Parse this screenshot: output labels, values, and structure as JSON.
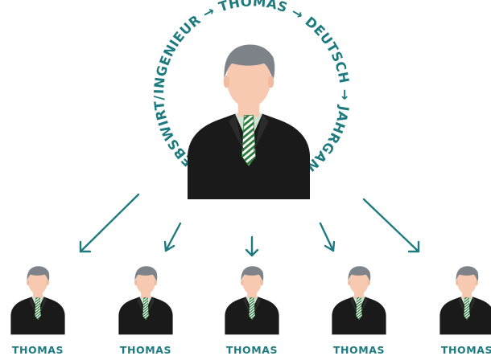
{
  "ring_text": "INGENIEUR → THOMAS → DEUTSCH → JAHRGANG 1964 → BETRIEBSWIRT/VOLKSWIRT oder ",
  "children": [
    {
      "label": "THOMAS"
    },
    {
      "label": "THOMAS"
    },
    {
      "label": "THOMAS"
    },
    {
      "label": "THOMAS"
    },
    {
      "label": "THOMAS"
    }
  ],
  "icons": {
    "main": "businessman-avatar-icon",
    "child": "businessman-avatar-icon",
    "arrow": "arrow-icon"
  },
  "colors": {
    "accent": "#1d7b80",
    "hair": "#7d8389",
    "skin": "#f6c9b0",
    "suit": "#1a1a1a",
    "shirt": "#cfe3d3",
    "tie_green": "#2d7d3c"
  }
}
